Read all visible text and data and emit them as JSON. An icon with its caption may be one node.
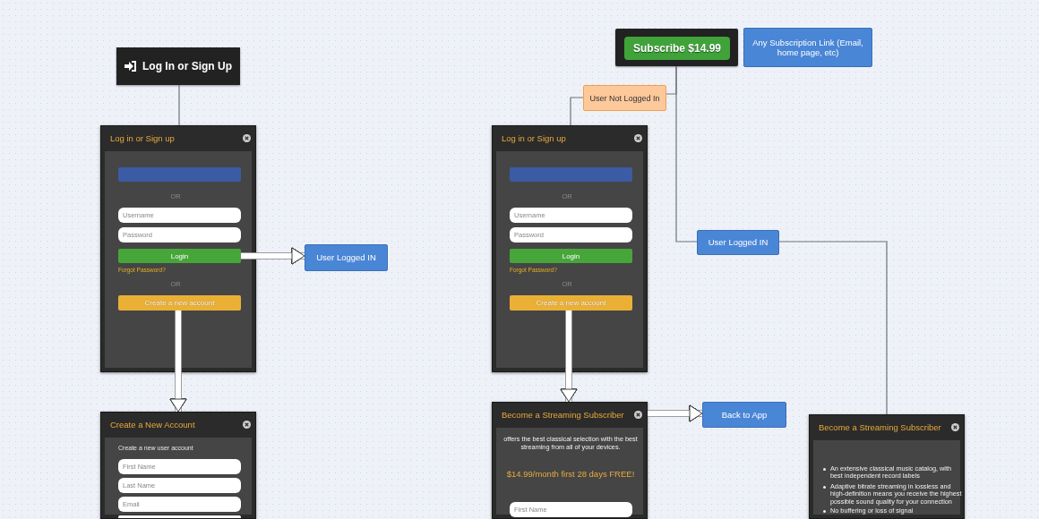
{
  "diagram": {
    "nodes": [
      {
        "text": [
          "Log In or Sign Up"
        ]
      },
      {
        "text": [
          "Log in or Sign up",
          "OR",
          "Forgot Password?",
          "OR"
        ]
      },
      {
        "text": [],
        "shape": "box",
        "in": 1
      },
      {
        "text": [
          "Username"
        ],
        "in": 1
      },
      {
        "text": [
          "Password"
        ],
        "in": 1
      },
      {
        "text": [
          "Login"
        ],
        "in": 1
      },
      {
        "text": [
          "Create a new account"
        ],
        "in": 1
      },
      {
        "text": [
          "User Logged IN"
        ]
      },
      {
        "text": [
          "Create a New Account",
          "Create a new user account"
        ]
      },
      {
        "text": [
          "First Name"
        ],
        "in": 8
      },
      {
        "text": [
          "Last Name"
        ],
        "in": 8
      },
      {
        "text": [
          "Email"
        ],
        "in": 8
      },
      {
        "text": [],
        "shape": "box",
        "in": 8
      },
      {
        "text": [],
        "shape": "box"
      },
      {
        "text": [
          "Subscribe $14.99"
        ],
        "in": 13
      },
      {
        "text": [
          "Any Subscription Link (Email, home page, etc)"
        ]
      },
      {
        "text": [
          "User Not Logged In"
        ]
      },
      {
        "text": [
          "Log in or Sign up",
          "OR",
          "Forgot Password?",
          "OR"
        ]
      },
      {
        "text": [],
        "shape": "box",
        "in": 17
      },
      {
        "text": [
          "Username"
        ],
        "in": 17
      },
      {
        "text": [
          "Password"
        ],
        "in": 17
      },
      {
        "text": [
          "Login"
        ],
        "in": 17
      },
      {
        "text": [
          "Create a new account"
        ],
        "in": 17
      },
      {
        "text": [
          "Become a Streaming Subscriber",
          "offers the best classical selection with the best streaming from all of your devices.",
          "$14.99/month first 28 days FREE!"
        ]
      },
      {
        "text": [
          "First Name"
        ],
        "in": 23
      },
      {
        "text": [
          "Back to App"
        ]
      },
      {
        "text": [
          "User Logged IN"
        ]
      },
      {
        "text": [
          "Become a Streaming Subscriber",
          "An extensive classical music catalog, with best independent record labels",
          "Adaptive bitrate streaming in lossless and high-definition means you receive the highest possible sound quality for your connection",
          "No buffering or loss of signal"
        ]
      }
    ],
    "edges": [
      {
        "from": 0,
        "to": 1,
        "arrow": "none"
      },
      {
        "from": 5,
        "to": 7,
        "arrow": "to",
        "style": "thick",
        "color": "#ffffff"
      },
      {
        "from": 6,
        "to": 8,
        "arrow": "to",
        "style": "thick",
        "color": "#ffffff"
      },
      {
        "from": 13,
        "to": 16,
        "arrow": "none"
      },
      {
        "from": 16,
        "to": 17,
        "arrow": "none"
      },
      {
        "from": 13,
        "to": 26,
        "arrow": "none"
      },
      {
        "from": 26,
        "to": 27,
        "arrow": "none"
      },
      {
        "from": 22,
        "to": 23,
        "arrow": "to",
        "style": "thick",
        "color": "#ffffff"
      },
      {
        "from": 23,
        "to": 25,
        "arrow": "to",
        "style": "thick",
        "color": "#ffffff"
      }
    ]
  }
}
